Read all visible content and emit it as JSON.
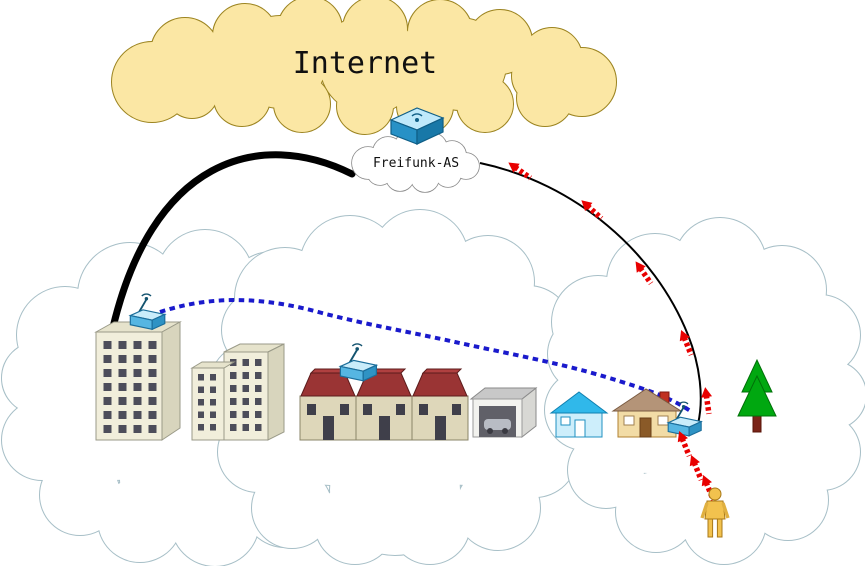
{
  "diagram": {
    "internet_label": "Internet",
    "freifunk_as_label": "Freifunk-AS",
    "colors": {
      "internet_cloud_fill": "#fbe7a4",
      "internet_cloud_stroke": "#9c8420",
      "area_cloud_fill": "#ffffff",
      "area_cloud_stroke": "#a7bfc7",
      "backbone_link": "#000000",
      "wireless_link": "#e80000",
      "mesh_link": "#1a1acc",
      "router_blue": "#2791c6",
      "roof_red": "#9a3434",
      "tree_green": "#00a810",
      "person_gold": "#f2c24e"
    },
    "icons": [
      "router-icon",
      "wifi-node-icon",
      "office-building-icon",
      "apartment-building-icon",
      "row-houses-icon",
      "garage-icon",
      "blue-house-icon",
      "orange-house-icon",
      "tree-icon",
      "person-icon",
      "wireless-flash-icon",
      "internet-cloud",
      "freifunk-as-cloud",
      "mesh-cloud"
    ]
  }
}
